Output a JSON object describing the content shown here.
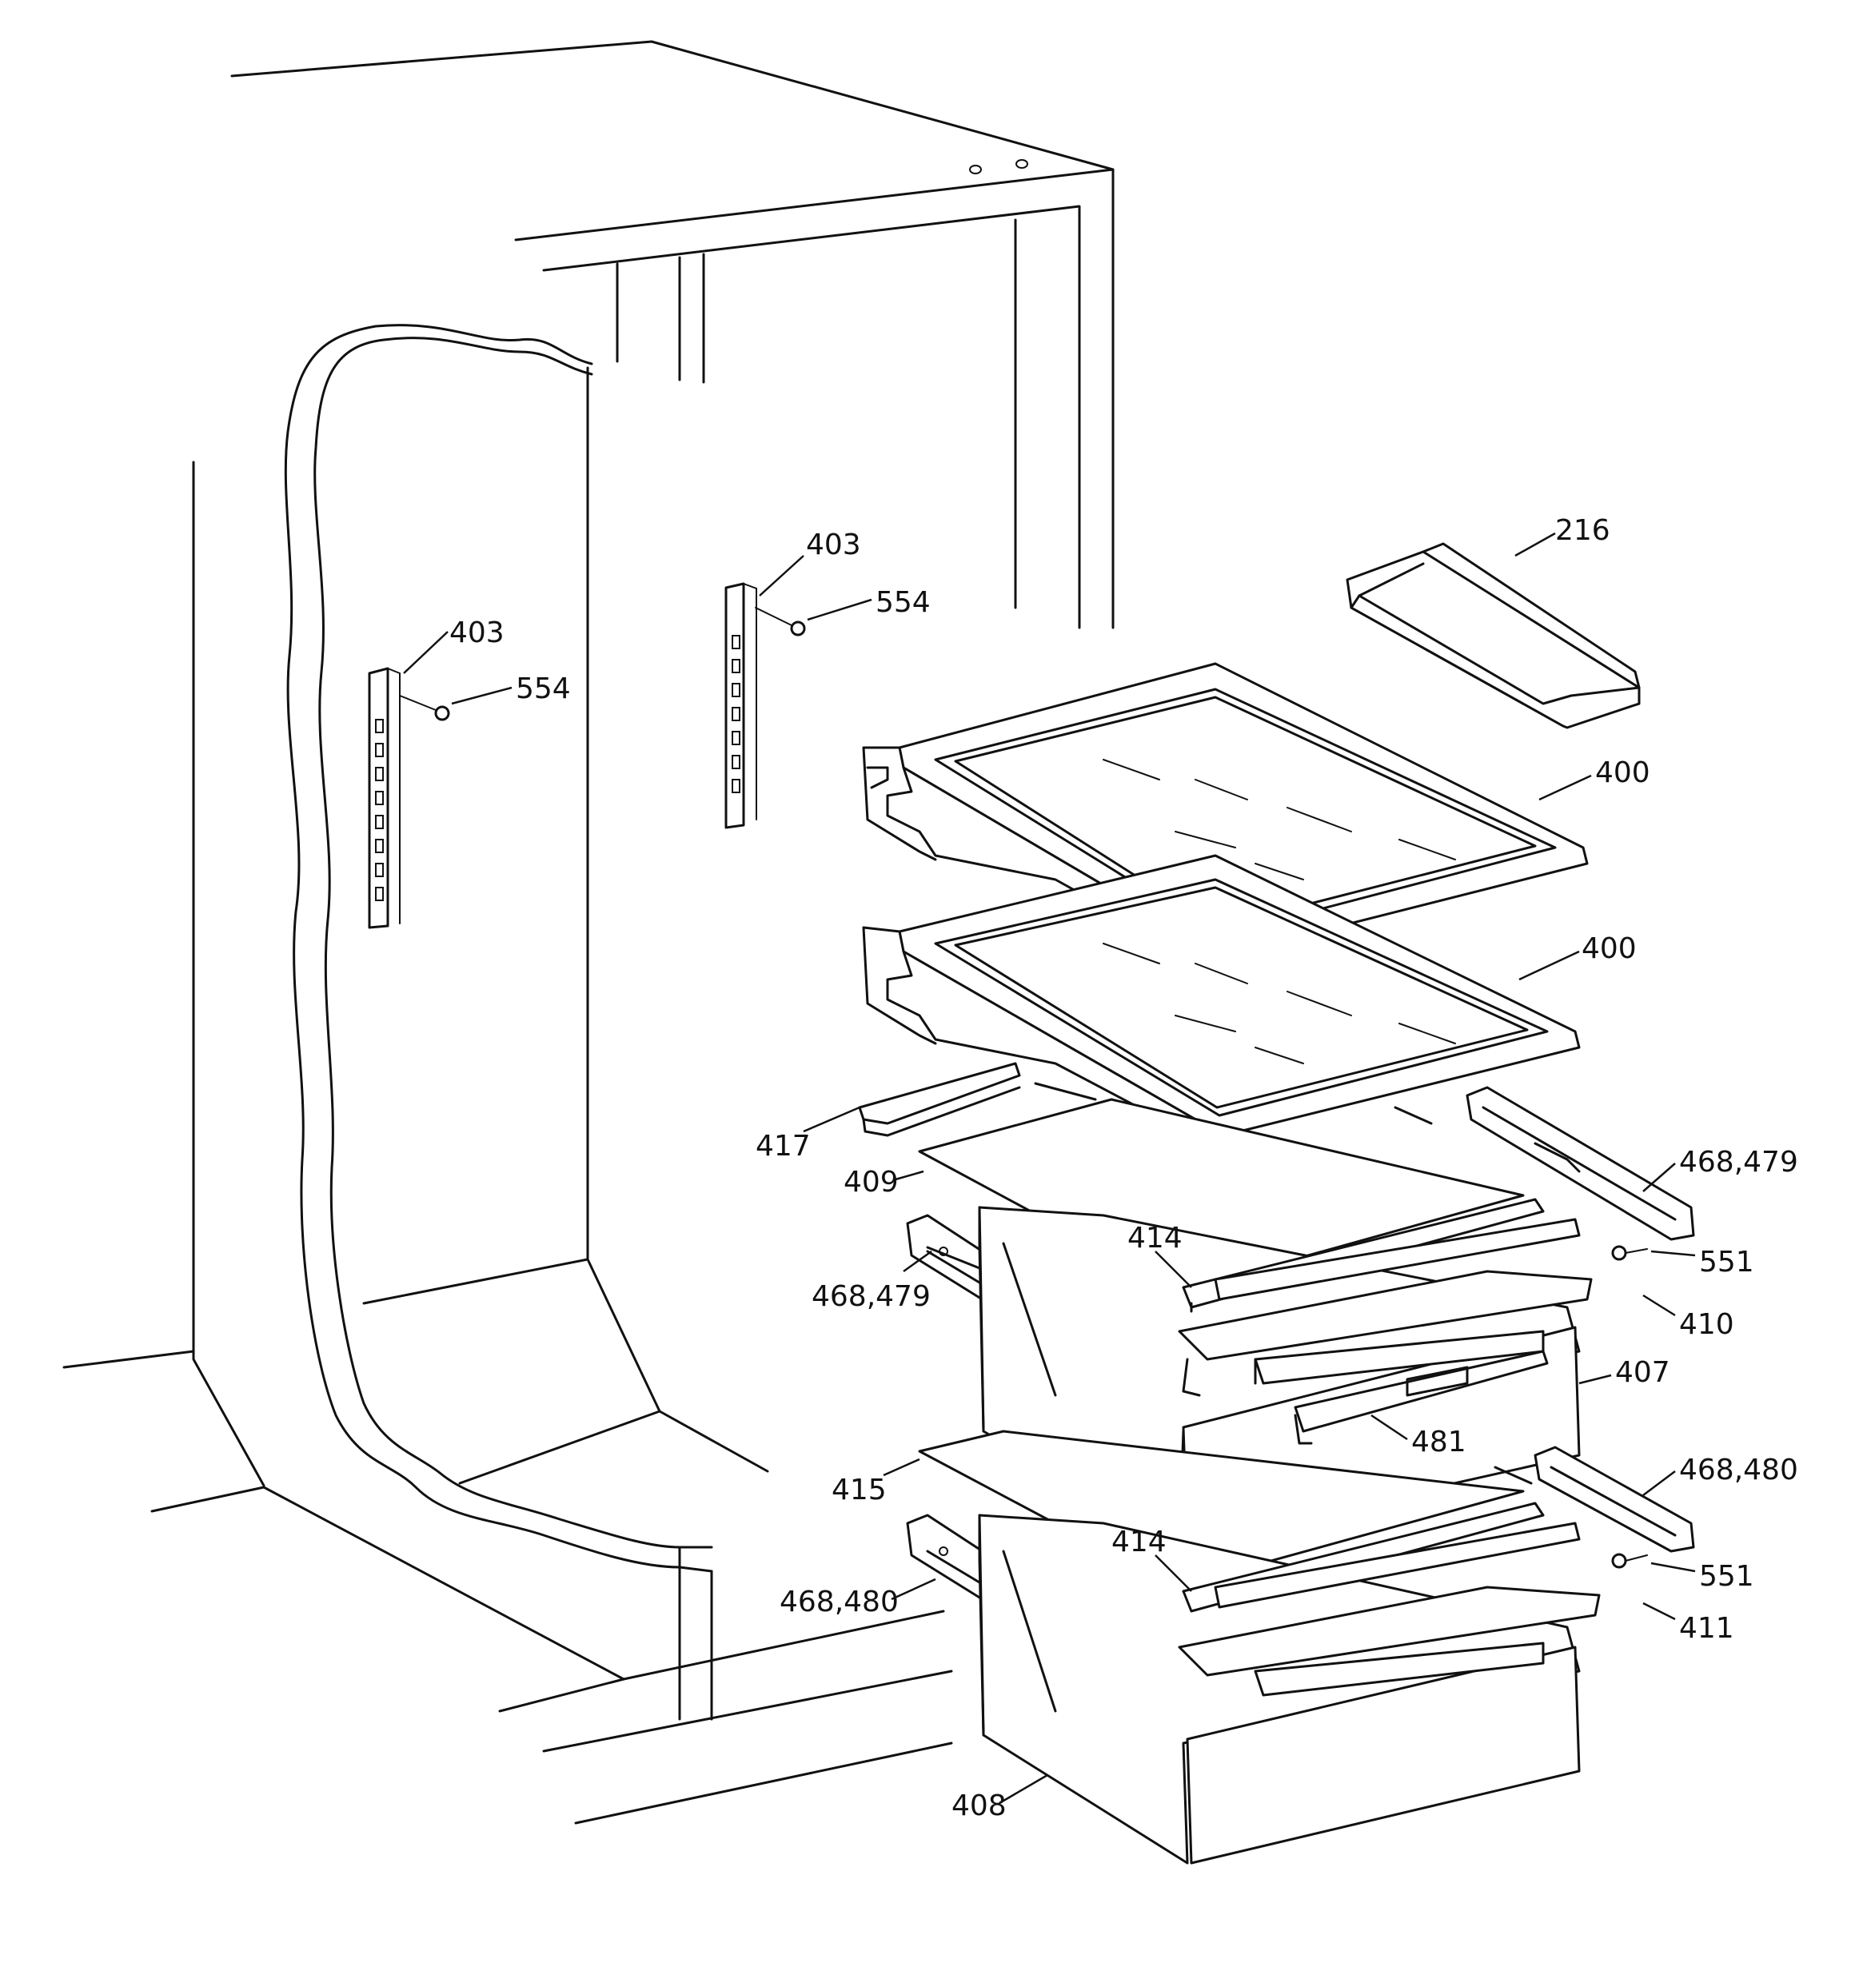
{
  "labels": {
    "p216": "216",
    "p400a": "400",
    "p400b": "400",
    "p403a": "403",
    "p403b": "403",
    "p554a": "554",
    "p554b": "554",
    "p417": "417",
    "p409": "409",
    "p414a": "414",
    "p414b": "414",
    "p468_479a": "468,479",
    "p468_479b": "468,479",
    "p551a": "551",
    "p551b": "551",
    "p410": "410",
    "p407": "407",
    "p481": "481",
    "p415": "415",
    "p468_480a": "468,480",
    "p468_480b": "468,480",
    "p411": "411",
    "p408": "408"
  }
}
